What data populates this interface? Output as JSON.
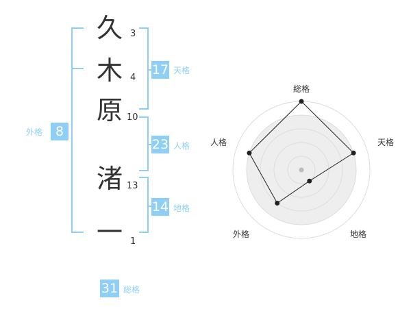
{
  "name": {
    "characters": [
      {
        "char": "久",
        "strokes": "3"
      },
      {
        "char": "木",
        "strokes": "4"
      },
      {
        "char": "原",
        "strokes": "10"
      },
      {
        "char": "渚",
        "strokes": "13"
      },
      {
        "char": "一",
        "strokes": "1"
      }
    ]
  },
  "fortune": {
    "tenkaku": {
      "value": "17",
      "label": "天格"
    },
    "jinkaku": {
      "value": "23",
      "label": "人格"
    },
    "chikaku": {
      "value": "14",
      "label": "地格"
    },
    "gaikaku": {
      "value": "8",
      "label": "外格"
    },
    "soukaku": {
      "value": "31",
      "label": "総格"
    }
  },
  "colors": {
    "accent": "#8fcff5",
    "text": "#333333",
    "radar_fill": "#eeeeee",
    "radar_grid": "#dddddd",
    "radar_line": "#222222",
    "radar_center": "#bbbbbb"
  },
  "chart_data": {
    "type": "radar",
    "axes": [
      "総格",
      "天格",
      "地格",
      "外格",
      "人格"
    ],
    "values": [
      5,
      4,
      1,
      3,
      4
    ],
    "range": [
      0,
      5
    ],
    "rings": 5
  }
}
